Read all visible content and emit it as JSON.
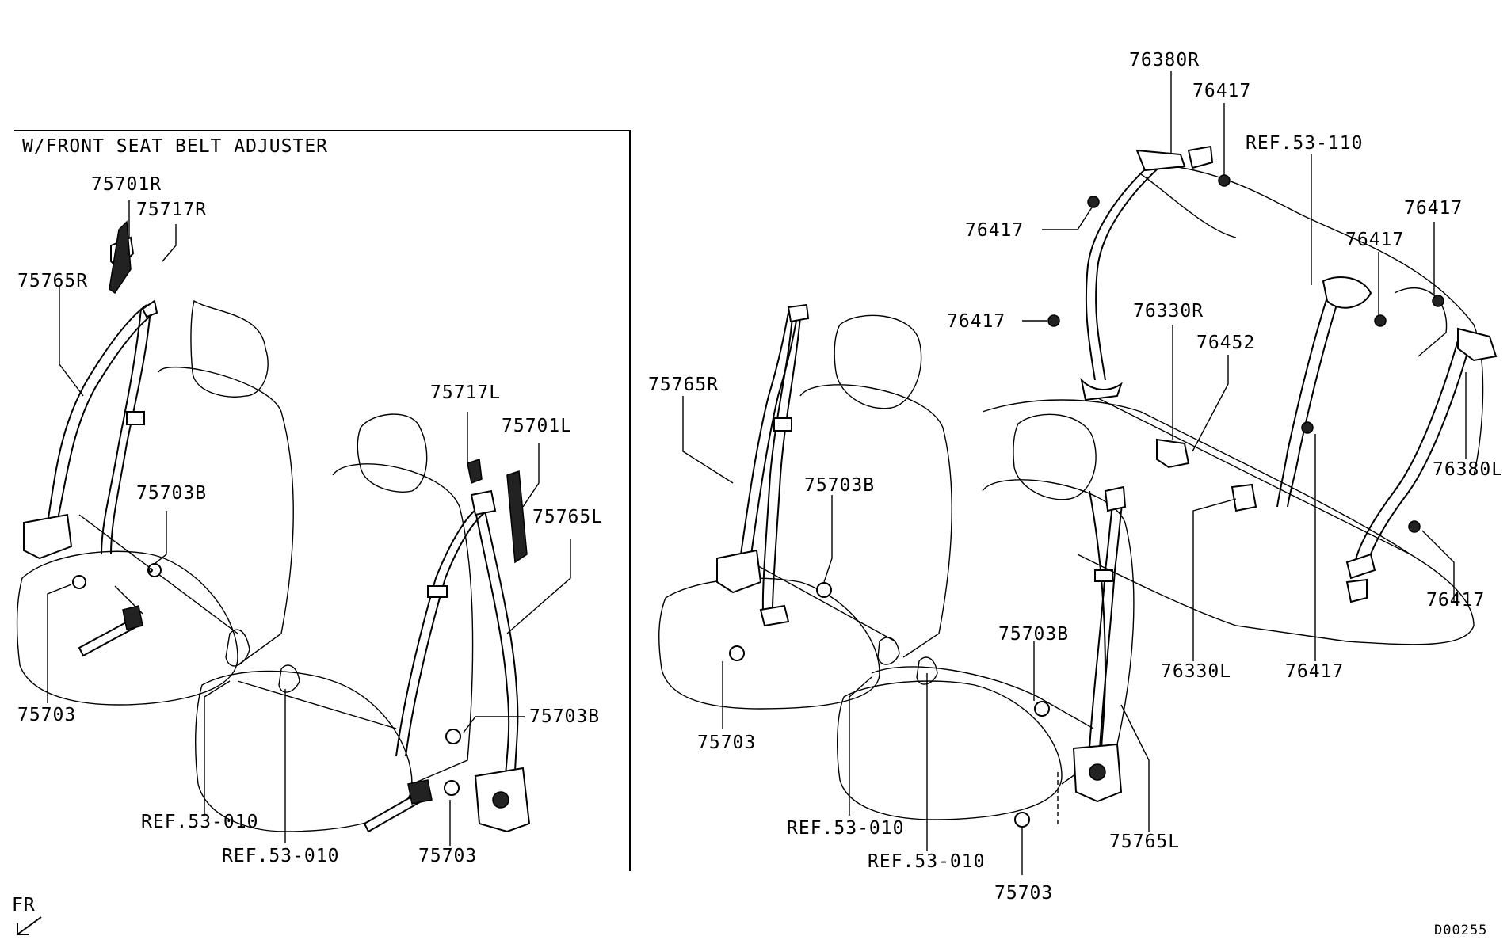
{
  "inset": {
    "title": "W/FRONT SEAT BELT ADJUSTER"
  },
  "labels": {
    "inset_75701R": "75701R",
    "inset_75717R": "75717R",
    "inset_75765R": "75765R",
    "inset_75703B_a": "75703B",
    "inset_75703_a": "75703",
    "inset_75717L": "75717L",
    "inset_75701L": "75701L",
    "inset_75765L": "75765L",
    "inset_75703B_b": "75703B",
    "inset_75703_b": "75703",
    "inset_ref_a": "REF.53-010",
    "inset_ref_b": "REF.53-010",
    "front_75765R": "75765R",
    "front_75703B_a": "75703B",
    "front_75703_a": "75703",
    "front_ref_a": "REF.53-010",
    "front_ref_b": "REF.53-010",
    "front_75703B_b": "75703B",
    "front_75765L": "75765L",
    "front_75703_b": "75703",
    "rear_76380R": "76380R",
    "rear_76417_a": "76417",
    "rear_ref": "REF.53-110",
    "rear_76417_b": "76417",
    "rear_76417_c": "76417",
    "rear_76417_d": "76417",
    "rear_76417_e": "76417",
    "rear_76330R": "76330R",
    "rear_76452": "76452",
    "rear_76380L": "76380L",
    "rear_76417_f": "76417",
    "rear_76330L": "76330L",
    "rear_76417_g": "76417"
  },
  "orientation": {
    "label": "FR"
  },
  "diagram_code": "D00255"
}
